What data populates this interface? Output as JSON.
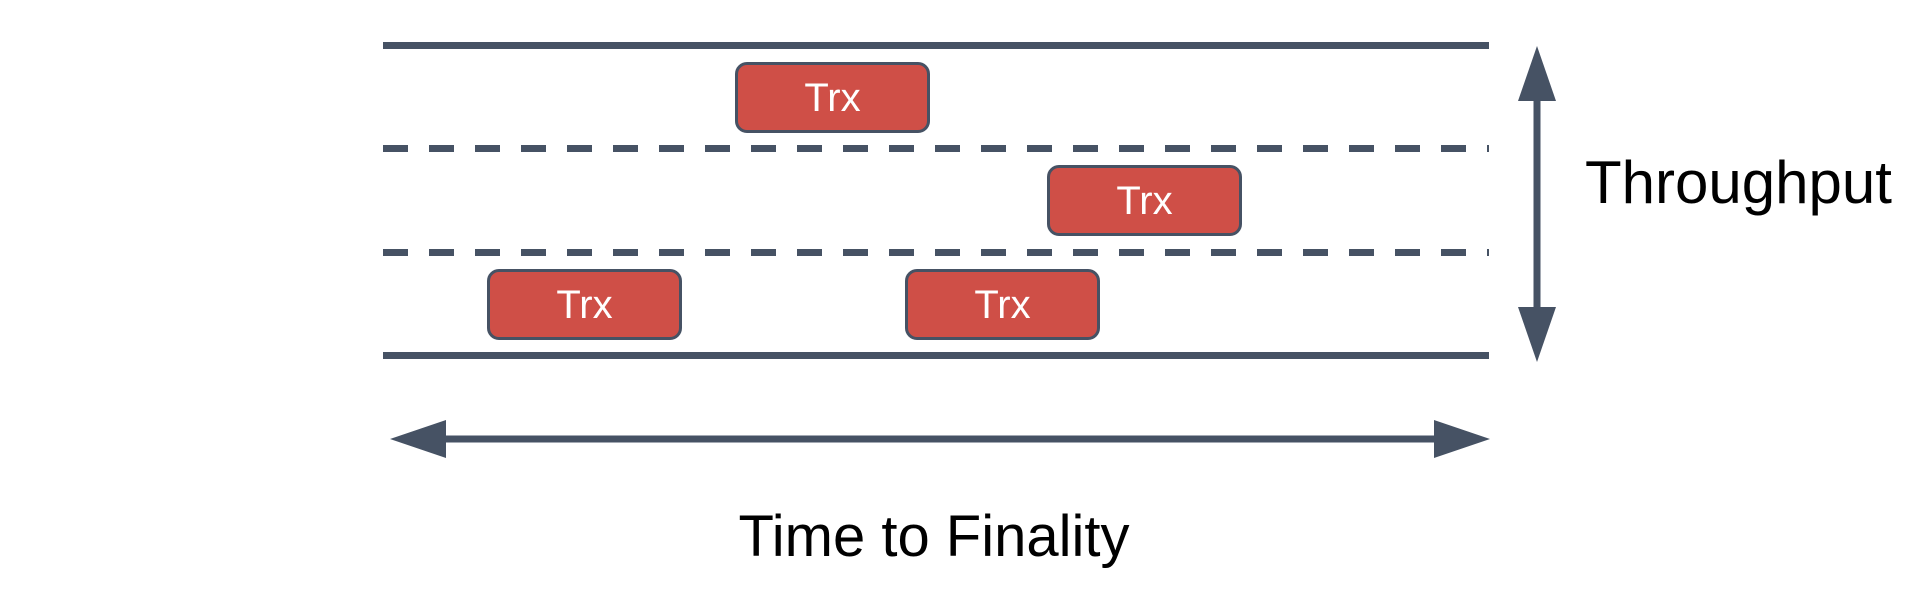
{
  "diagram": {
    "road": {
      "lane_count": 3,
      "line_color": "#465264"
    },
    "transactions": [
      {
        "label": "Trx",
        "lane": 1
      },
      {
        "label": "Trx",
        "lane": 2
      },
      {
        "label": "Trx",
        "lane": 3
      },
      {
        "label": "Trx",
        "lane": 3
      }
    ],
    "axis_labels": {
      "vertical": "Throughput",
      "horizontal": "Time to Finality"
    },
    "colors": {
      "line": "#465264",
      "trx_fill": "#CF4F47",
      "trx_border": "#465264",
      "trx_text": "#FFFFFF",
      "label_text": "#000000"
    }
  }
}
